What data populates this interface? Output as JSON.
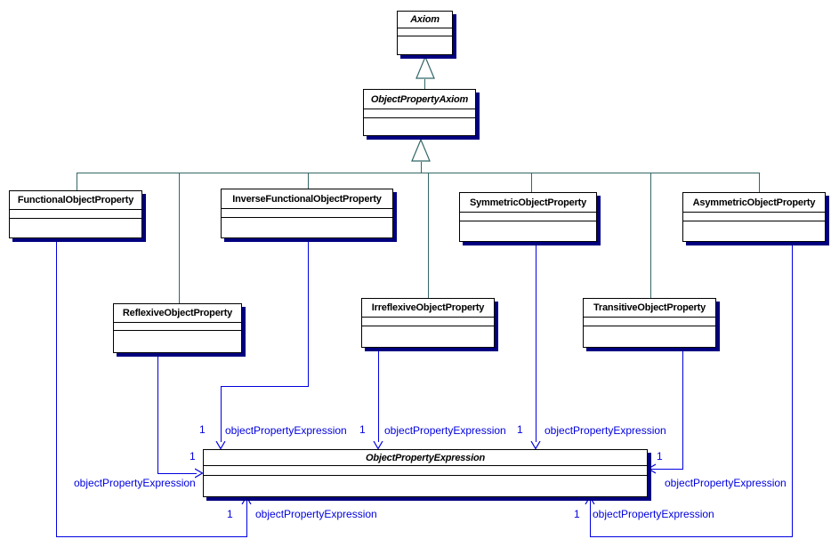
{
  "diagram": {
    "classes": [
      {
        "name": "Axiom",
        "abstract": true
      },
      {
        "name": "ObjectPropertyAxiom",
        "abstract": true
      },
      {
        "name": "FunctionalObjectProperty",
        "abstract": false
      },
      {
        "name": "InverseFunctionalObjectProperty",
        "abstract": false
      },
      {
        "name": "SymmetricObjectProperty",
        "abstract": false
      },
      {
        "name": "AsymmetricObjectProperty",
        "abstract": false
      },
      {
        "name": "ReflexiveObjectProperty",
        "abstract": false
      },
      {
        "name": "IrreflexiveObjectProperty",
        "abstract": false
      },
      {
        "name": "TransitiveObjectProperty",
        "abstract": false
      },
      {
        "name": "ObjectPropertyExpression",
        "abstract": true
      }
    ],
    "generalizations": [
      {
        "parent": "Axiom",
        "child": "ObjectPropertyAxiom"
      },
      {
        "parent": "ObjectPropertyAxiom",
        "child": "FunctionalObjectProperty"
      },
      {
        "parent": "ObjectPropertyAxiom",
        "child": "ReflexiveObjectProperty"
      },
      {
        "parent": "ObjectPropertyAxiom",
        "child": "InverseFunctionalObjectProperty"
      },
      {
        "parent": "ObjectPropertyAxiom",
        "child": "IrreflexiveObjectProperty"
      },
      {
        "parent": "ObjectPropertyAxiom",
        "child": "SymmetricObjectProperty"
      },
      {
        "parent": "ObjectPropertyAxiom",
        "child": "TransitiveObjectProperty"
      },
      {
        "parent": "ObjectPropertyAxiom",
        "child": "AsymmetricObjectProperty"
      }
    ],
    "associations": [
      {
        "from": "FunctionalObjectProperty",
        "to": "ObjectPropertyExpression",
        "label": "objectPropertyExpression",
        "multiplicity": "1"
      },
      {
        "from": "InverseFunctionalObjectProperty",
        "to": "ObjectPropertyExpression",
        "label": "objectPropertyExpression",
        "multiplicity": "1"
      },
      {
        "from": "ReflexiveObjectProperty",
        "to": "ObjectPropertyExpression",
        "label": "objectPropertyExpression",
        "multiplicity": "1"
      },
      {
        "from": "IrreflexiveObjectProperty",
        "to": "ObjectPropertyExpression",
        "label": "objectPropertyExpression",
        "multiplicity": "1"
      },
      {
        "from": "SymmetricObjectProperty",
        "to": "ObjectPropertyExpression",
        "label": "objectPropertyExpression",
        "multiplicity": "1"
      },
      {
        "from": "TransitiveObjectProperty",
        "to": "ObjectPropertyExpression",
        "label": "objectPropertyExpression",
        "multiplicity": "1"
      },
      {
        "from": "AsymmetricObjectProperty",
        "to": "ObjectPropertyExpression",
        "label": "objectPropertyExpression",
        "multiplicity": "1"
      }
    ],
    "colors": {
      "generalization_line": "#336666",
      "association_line": "#0000E0",
      "box_shadow": "#000080",
      "box_border": "#000000",
      "label_text": "#0000E0",
      "background": "#FFFFFF"
    }
  }
}
